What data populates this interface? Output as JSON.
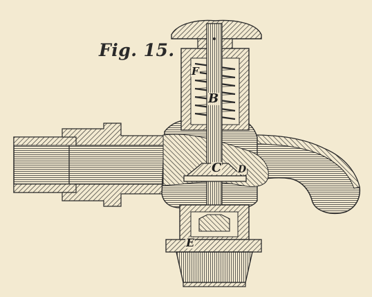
{
  "figure": {
    "title": "Fig. 15.",
    "labels": {
      "f": "F",
      "b": "B",
      "c": "C",
      "d": "D",
      "e": "E"
    }
  },
  "colors": {
    "paper": "#f3ead1",
    "ink": "#2a2a2a"
  }
}
